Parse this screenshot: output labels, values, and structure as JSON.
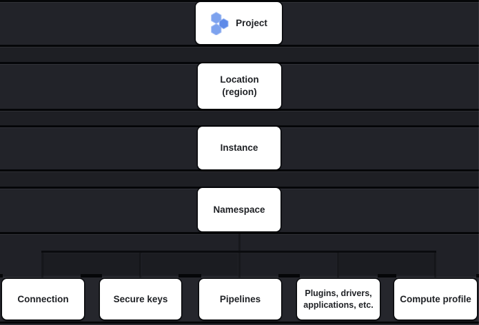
{
  "diagram": {
    "nodes": {
      "project": {
        "label": "Project",
        "icon": "project-hexagons-icon"
      },
      "location": {
        "label": "Location (region)"
      },
      "instance": {
        "label": "Instance"
      },
      "namespace": {
        "label": "Namespace"
      },
      "children": [
        {
          "label": "Connection"
        },
        {
          "label": "Secure keys"
        },
        {
          "label": "Pipelines"
        },
        {
          "label": "Plugins, drivers, applications, etc."
        },
        {
          "label": "Compute profile"
        }
      ]
    },
    "colors": {
      "box_background": "#ffffff",
      "box_text": "#1e2024",
      "row_band": "#222329",
      "gap_band": "#1e1f24",
      "separator_line": "#050608",
      "hexagon_blue_light": "#7da2ee",
      "hexagon_blue_dark": "#5e8ae8"
    }
  }
}
